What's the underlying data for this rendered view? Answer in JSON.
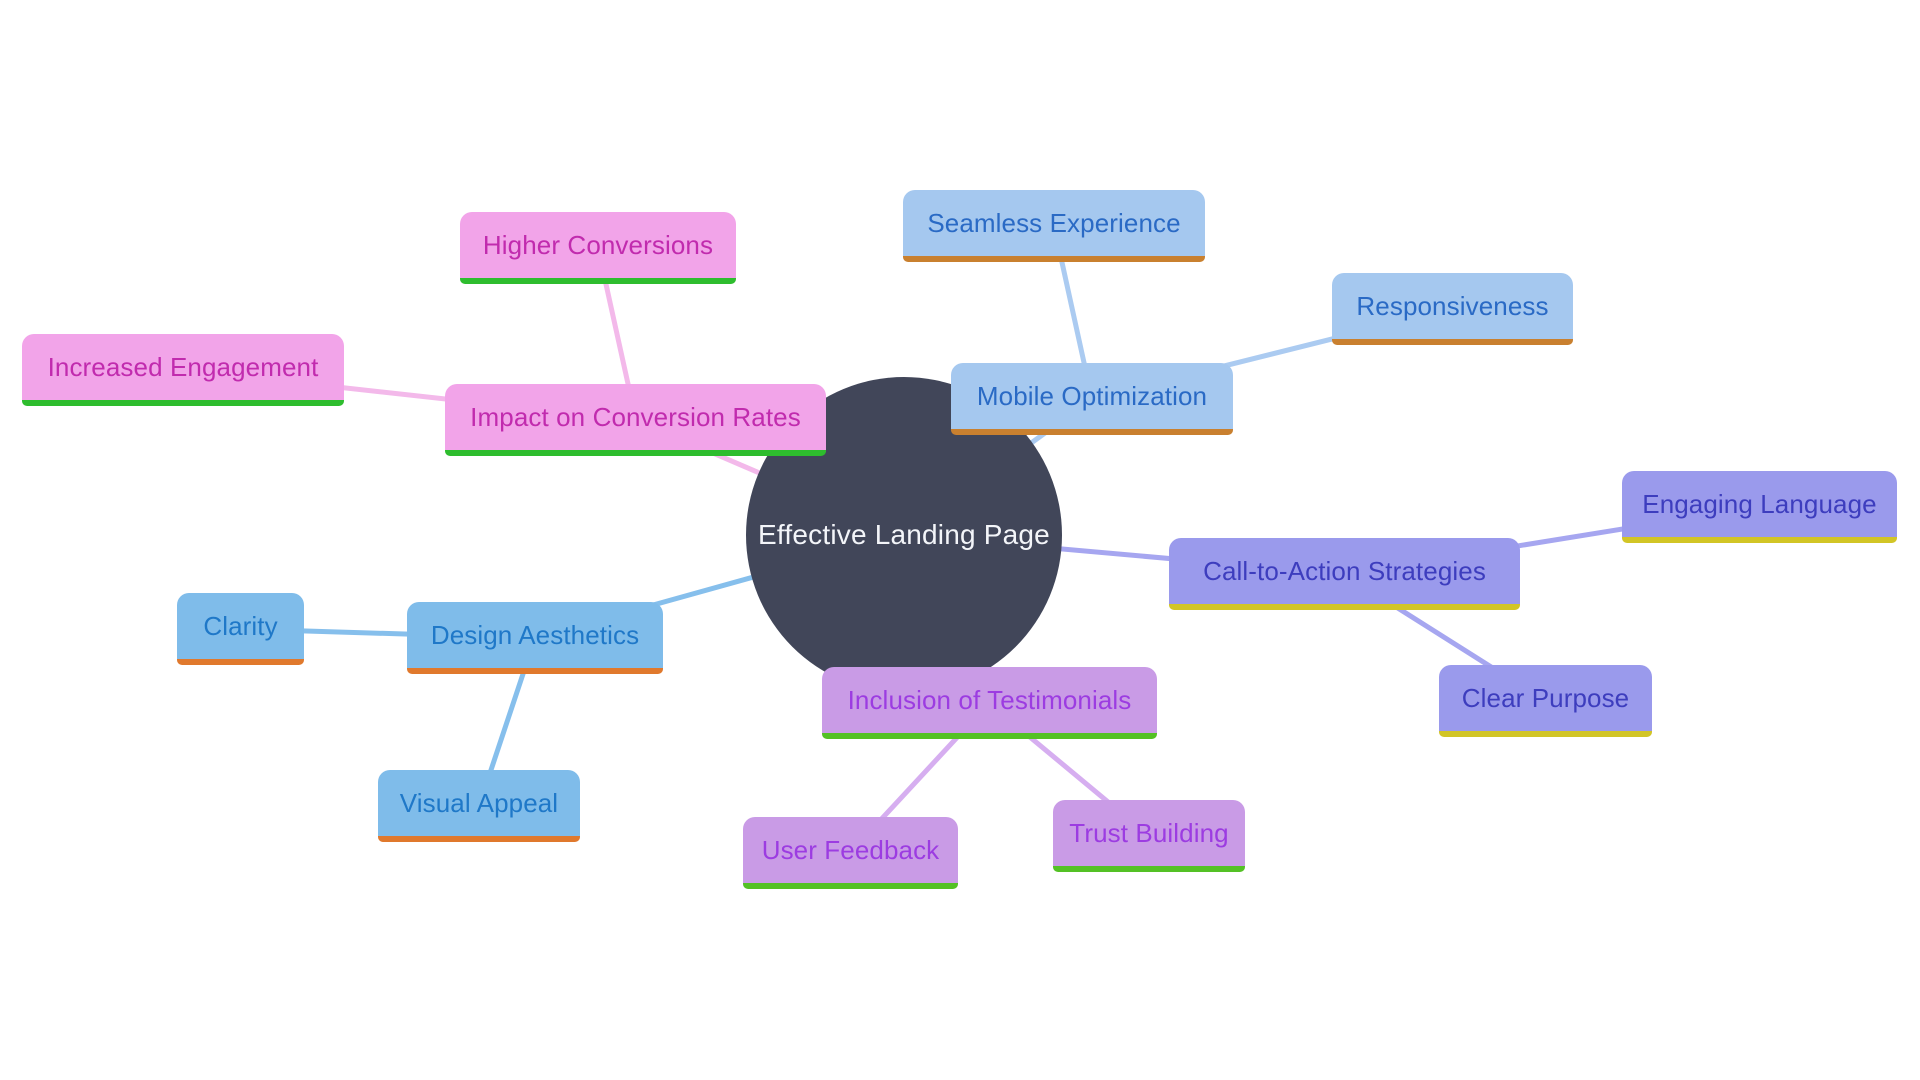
{
  "center": {
    "label": "Effective Landing Page",
    "colors": {
      "fill": "#414659",
      "text": "#f3f5f9"
    }
  },
  "branches": [
    {
      "name": "Impact on Conversion Rates",
      "topic": {
        "label": "Impact on Conversion Rates"
      },
      "children": [
        {
          "label": "Higher Conversions"
        },
        {
          "label": "Increased Engagement"
        }
      ],
      "colors": {
        "fill": "#f2a4e9",
        "text": "#c12bae",
        "underline": "#2ebd2e",
        "line": "#f3b9ea"
      }
    },
    {
      "name": "Mobile Optimization",
      "topic": {
        "label": "Mobile Optimization"
      },
      "children": [
        {
          "label": "Seamless Experience"
        },
        {
          "label": "Responsiveness"
        }
      ],
      "colors": {
        "fill": "#a5c8ef",
        "text": "#2a6ac5",
        "underline": "#c9802f",
        "line": "#abcbf1"
      }
    },
    {
      "name": "Call-to-Action Strategies",
      "topic": {
        "label": "Call-to-Action Strategies"
      },
      "children": [
        {
          "label": "Engaging Language"
        },
        {
          "label": "Clear Purpose"
        }
      ],
      "colors": {
        "fill": "#9a9aec",
        "text": "#3d3dbe",
        "underline": "#d2c526",
        "line": "#a6a6f0"
      }
    },
    {
      "name": "Design Aesthetics",
      "topic": {
        "label": "Design Aesthetics"
      },
      "children": [
        {
          "label": "Clarity"
        },
        {
          "label": "Visual Appeal"
        }
      ],
      "colors": {
        "fill": "#7fbcea",
        "text": "#1f78c8",
        "underline": "#e0792d",
        "line": "#86bfec"
      }
    },
    {
      "name": "Inclusion of Testimonials",
      "topic": {
        "label": "Inclusion of Testimonials"
      },
      "children": [
        {
          "label": "User Feedback"
        },
        {
          "label": "Trust Building"
        }
      ],
      "colors": {
        "fill": "#c99be6",
        "text": "#9c3ce1",
        "underline": "#54c125",
        "line": "#d6aef0"
      }
    }
  ]
}
